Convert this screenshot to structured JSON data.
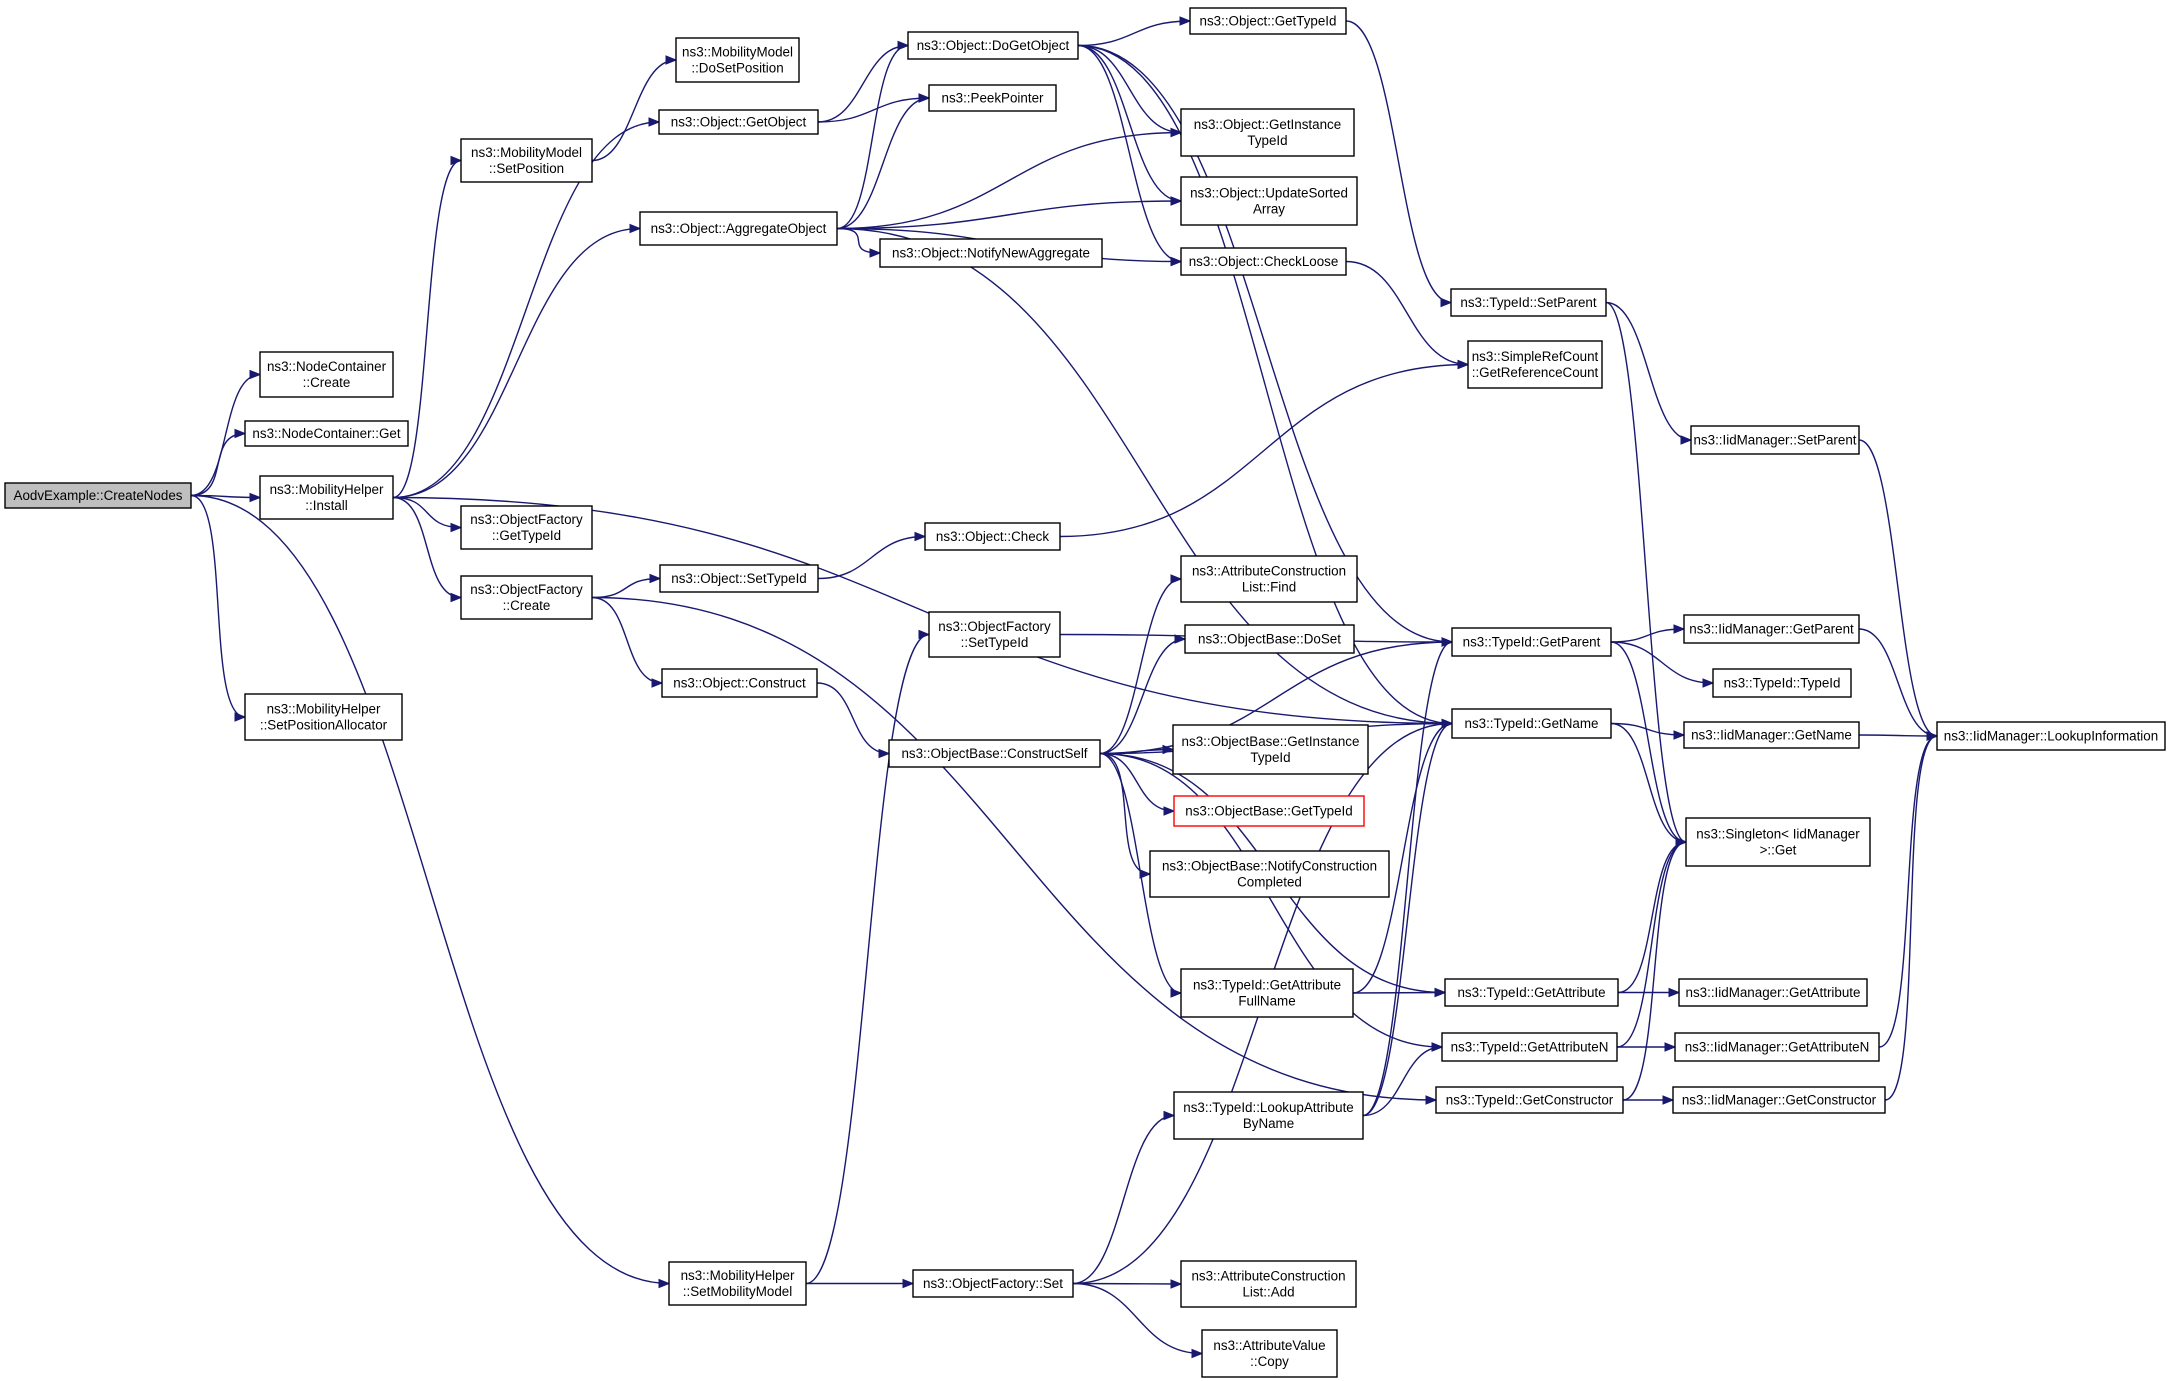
{
  "diagram": {
    "type": "call-graph",
    "colors": {
      "edge": "#191970",
      "root_fill": "#bfbfbf",
      "node_border": "#000000",
      "truncated_border": "#ff0000",
      "background": "#ffffff"
    },
    "nodes": [
      {
        "id": "root",
        "label": [
          "AodvExample::CreateNodes"
        ],
        "root": true
      },
      {
        "id": "ncCreate",
        "label": [
          "ns3::NodeContainer",
          "::Create"
        ]
      },
      {
        "id": "ncGet",
        "label": [
          "ns3::NodeContainer::Get"
        ]
      },
      {
        "id": "mhInstall",
        "label": [
          "ns3::MobilityHelper",
          "::Install"
        ]
      },
      {
        "id": "mhSetPosAlloc",
        "label": [
          "ns3::MobilityHelper",
          "::SetPositionAllocator"
        ]
      },
      {
        "id": "mhSetMobModel",
        "label": [
          "ns3::MobilityHelper",
          "::SetMobilityModel"
        ]
      },
      {
        "id": "mmSetPos",
        "label": [
          "ns3::MobilityModel",
          "::SetPosition"
        ]
      },
      {
        "id": "ofGetTypeId",
        "label": [
          "ns3::ObjectFactory",
          "::GetTypeId"
        ]
      },
      {
        "id": "ofCreate",
        "label": [
          "ns3::ObjectFactory",
          "::Create"
        ]
      },
      {
        "id": "mmDoSetPos",
        "label": [
          "ns3::MobilityModel",
          "::DoSetPosition"
        ]
      },
      {
        "id": "objGetObject",
        "label": [
          "ns3::Object::GetObject"
        ]
      },
      {
        "id": "objAggregate",
        "label": [
          "ns3::Object::AggregateObject"
        ]
      },
      {
        "id": "objSetTypeId",
        "label": [
          "ns3::Object::SetTypeId"
        ]
      },
      {
        "id": "objConstruct",
        "label": [
          "ns3::Object::Construct"
        ]
      },
      {
        "id": "ofSet",
        "label": [
          "ns3::ObjectFactory::Set"
        ]
      },
      {
        "id": "objDoGetObject",
        "label": [
          "ns3::Object::DoGetObject"
        ]
      },
      {
        "id": "peekPointer",
        "label": [
          "ns3::PeekPointer"
        ]
      },
      {
        "id": "objNotifyNewAgg",
        "label": [
          "ns3::Object::NotifyNewAggregate"
        ]
      },
      {
        "id": "objCheck",
        "label": [
          "ns3::Object::Check"
        ]
      },
      {
        "id": "ofSetTypeId",
        "label": [
          "ns3::ObjectFactory",
          "::SetTypeId"
        ]
      },
      {
        "id": "obConstructSelf",
        "label": [
          "ns3::ObjectBase::ConstructSelf"
        ]
      },
      {
        "id": "objGetTypeId",
        "label": [
          "ns3::Object::GetTypeId"
        ]
      },
      {
        "id": "objGetInstTypeId",
        "label": [
          "ns3::Object::GetInstance",
          "TypeId"
        ]
      },
      {
        "id": "objUpdateSorted",
        "label": [
          "ns3::Object::UpdateSorted",
          "Array"
        ]
      },
      {
        "id": "objCheckLoose",
        "label": [
          "ns3::Object::CheckLoose"
        ]
      },
      {
        "id": "aclFind",
        "label": [
          "ns3::AttributeConstruction",
          "List::Find"
        ]
      },
      {
        "id": "obDoSet",
        "label": [
          "ns3::ObjectBase::DoSet"
        ]
      },
      {
        "id": "obGetInstTypeId",
        "label": [
          "ns3::ObjectBase::GetInstance",
          "TypeId"
        ]
      },
      {
        "id": "obGetTypeId",
        "label": [
          "ns3::ObjectBase::GetTypeId"
        ],
        "truncated": true
      },
      {
        "id": "obNotifyConstr",
        "label": [
          "ns3::ObjectBase::NotifyConstruction",
          "Completed"
        ]
      },
      {
        "id": "tidGetAttrFullName",
        "label": [
          "ns3::TypeId::GetAttribute",
          "FullName"
        ]
      },
      {
        "id": "tidLookupAttr",
        "label": [
          "ns3::TypeId::LookupAttribute",
          "ByName"
        ]
      },
      {
        "id": "aclAdd",
        "label": [
          "ns3::AttributeConstruction",
          "List::Add"
        ]
      },
      {
        "id": "avCopy",
        "label": [
          "ns3::AttributeValue",
          "::Copy"
        ]
      },
      {
        "id": "tidSetParent",
        "label": [
          "ns3::TypeId::SetParent"
        ]
      },
      {
        "id": "srcGetRef",
        "label": [
          "ns3::SimpleRefCount",
          "::GetReferenceCount"
        ]
      },
      {
        "id": "tidGetParent",
        "label": [
          "ns3::TypeId::GetParent"
        ]
      },
      {
        "id": "tidGetName",
        "label": [
          "ns3::TypeId::GetName"
        ]
      },
      {
        "id": "tidGetAttr",
        "label": [
          "ns3::TypeId::GetAttribute"
        ]
      },
      {
        "id": "tidGetAttrN",
        "label": [
          "ns3::TypeId::GetAttributeN"
        ]
      },
      {
        "id": "tidGetConstr",
        "label": [
          "ns3::TypeId::GetConstructor"
        ]
      },
      {
        "id": "imSetParent",
        "label": [
          "ns3::IidManager::SetParent"
        ]
      },
      {
        "id": "imGetParent",
        "label": [
          "ns3::IidManager::GetParent"
        ]
      },
      {
        "id": "tidTypeId",
        "label": [
          "ns3::TypeId::TypeId"
        ]
      },
      {
        "id": "imGetName",
        "label": [
          "ns3::IidManager::GetName"
        ]
      },
      {
        "id": "singletonGet",
        "label": [
          "ns3::Singleton< IidManager",
          " >::Get"
        ]
      },
      {
        "id": "imGetAttr",
        "label": [
          "ns3::IidManager::GetAttribute"
        ]
      },
      {
        "id": "imGetAttrN",
        "label": [
          "ns3::IidManager::GetAttributeN"
        ]
      },
      {
        "id": "imGetConstr",
        "label": [
          "ns3::IidManager::GetConstructor"
        ]
      },
      {
        "id": "imLookupInfo",
        "label": [
          "ns3::IidManager::LookupInformation"
        ]
      }
    ],
    "edges": [
      [
        "root",
        "ncCreate"
      ],
      [
        "root",
        "ncGet"
      ],
      [
        "root",
        "mhInstall"
      ],
      [
        "root",
        "mhSetPosAlloc"
      ],
      [
        "root",
        "mhSetMobModel"
      ],
      [
        "mhInstall",
        "mmSetPos"
      ],
      [
        "mhInstall",
        "objGetObject"
      ],
      [
        "mhInstall",
        "objAggregate"
      ],
      [
        "mhInstall",
        "ofGetTypeId"
      ],
      [
        "mhInstall",
        "ofCreate"
      ],
      [
        "mhInstall",
        "tidGetName"
      ],
      [
        "mmSetPos",
        "mmDoSetPos"
      ],
      [
        "objGetObject",
        "objDoGetObject"
      ],
      [
        "objGetObject",
        "peekPointer"
      ],
      [
        "objAggregate",
        "objDoGetObject"
      ],
      [
        "objAggregate",
        "peekPointer"
      ],
      [
        "objAggregate",
        "objGetInstTypeId"
      ],
      [
        "objAggregate",
        "objUpdateSorted"
      ],
      [
        "objAggregate",
        "objNotifyNewAgg"
      ],
      [
        "objAggregate",
        "objCheckLoose"
      ],
      [
        "objAggregate",
        "tidGetName"
      ],
      [
        "objDoGetObject",
        "objGetTypeId"
      ],
      [
        "objDoGetObject",
        "objGetInstTypeId"
      ],
      [
        "objDoGetObject",
        "objUpdateSorted"
      ],
      [
        "objDoGetObject",
        "objCheckLoose"
      ],
      [
        "objDoGetObject",
        "tidGetParent"
      ],
      [
        "objDoGetObject",
        "tidGetName"
      ],
      [
        "objGetTypeId",
        "tidSetParent"
      ],
      [
        "objCheckLoose",
        "srcGetRef"
      ],
      [
        "ofCreate",
        "objSetTypeId"
      ],
      [
        "ofCreate",
        "objConstruct"
      ],
      [
        "ofCreate",
        "tidGetConstr"
      ],
      [
        "objSetTypeId",
        "objCheck"
      ],
      [
        "objCheck",
        "srcGetRef"
      ],
      [
        "objConstruct",
        "obConstructSelf"
      ],
      [
        "mhSetMobModel",
        "ofSetTypeId"
      ],
      [
        "mhSetMobModel",
        "ofSet"
      ],
      [
        "ofSetTypeId",
        "tidGetParent"
      ],
      [
        "ofSet",
        "tidLookupAttr"
      ],
      [
        "ofSet",
        "aclAdd"
      ],
      [
        "ofSet",
        "avCopy"
      ],
      [
        "ofSet",
        "tidGetName"
      ],
      [
        "obConstructSelf",
        "aclFind"
      ],
      [
        "obConstructSelf",
        "obDoSet"
      ],
      [
        "obConstructSelf",
        "obGetInstTypeId"
      ],
      [
        "obConstructSelf",
        "obGetTypeId"
      ],
      [
        "obConstructSelf",
        "obNotifyConstr"
      ],
      [
        "obConstructSelf",
        "tidGetAttrFullName"
      ],
      [
        "obConstructSelf",
        "tidGetName"
      ],
      [
        "obConstructSelf",
        "tidGetParent"
      ],
      [
        "obConstructSelf",
        "tidGetAttr"
      ],
      [
        "obConstructSelf",
        "tidGetAttrN"
      ],
      [
        "tidGetAttrFullName",
        "tidGetAttr"
      ],
      [
        "tidGetAttrFullName",
        "tidGetName"
      ],
      [
        "tidLookupAttr",
        "tidGetParent"
      ],
      [
        "tidLookupAttr",
        "tidGetName"
      ],
      [
        "tidLookupAttr",
        "tidGetAttrN"
      ],
      [
        "tidSetParent",
        "imSetParent"
      ],
      [
        "tidSetParent",
        "singletonGet"
      ],
      [
        "tidGetParent",
        "imGetParent"
      ],
      [
        "tidGetParent",
        "tidTypeId"
      ],
      [
        "tidGetParent",
        "singletonGet"
      ],
      [
        "tidGetName",
        "imGetName"
      ],
      [
        "tidGetName",
        "singletonGet"
      ],
      [
        "tidGetAttr",
        "imGetAttr"
      ],
      [
        "tidGetAttr",
        "singletonGet"
      ],
      [
        "tidGetAttrN",
        "imGetAttrN"
      ],
      [
        "tidGetAttrN",
        "singletonGet"
      ],
      [
        "tidGetConstr",
        "imGetConstr"
      ],
      [
        "tidGetConstr",
        "singletonGet"
      ],
      [
        "imSetParent",
        "imLookupInfo"
      ],
      [
        "imGetParent",
        "imLookupInfo"
      ],
      [
        "imGetName",
        "imLookupInfo"
      ],
      [
        "imGetAttrN",
        "imLookupInfo"
      ],
      [
        "imGetConstr",
        "imLookupInfo"
      ]
    ]
  }
}
